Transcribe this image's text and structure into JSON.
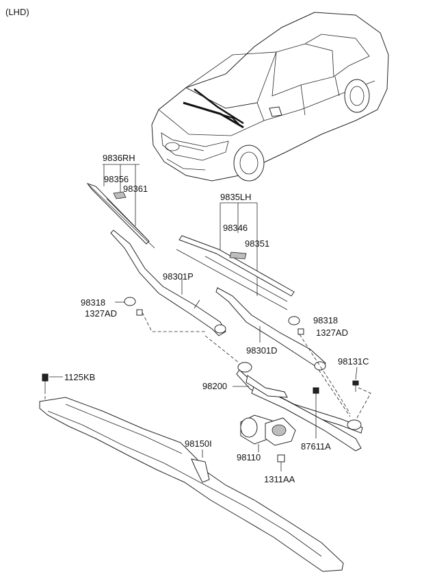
{
  "variant": "(LHD)",
  "labels": {
    "blade_rh": "9836RH",
    "insert_rh_a": "98356",
    "insert_rh_b": "98361",
    "blade_lh": "9835LH",
    "insert_lh_a": "98346",
    "insert_lh_b": "98351",
    "arm_passenger": "98301P",
    "arm_driver": "98301D",
    "cap_left": "98318",
    "nut_left": "1327AD",
    "cap_right": "98318",
    "nut_right": "1327AD",
    "bolt_linkage": "98131C",
    "bolt_cowl": "1125KB",
    "linkage": "98200",
    "grommet": "87611A",
    "motor": "98110",
    "cowl_panel": "98150I",
    "motor_nut": "1311AA"
  }
}
